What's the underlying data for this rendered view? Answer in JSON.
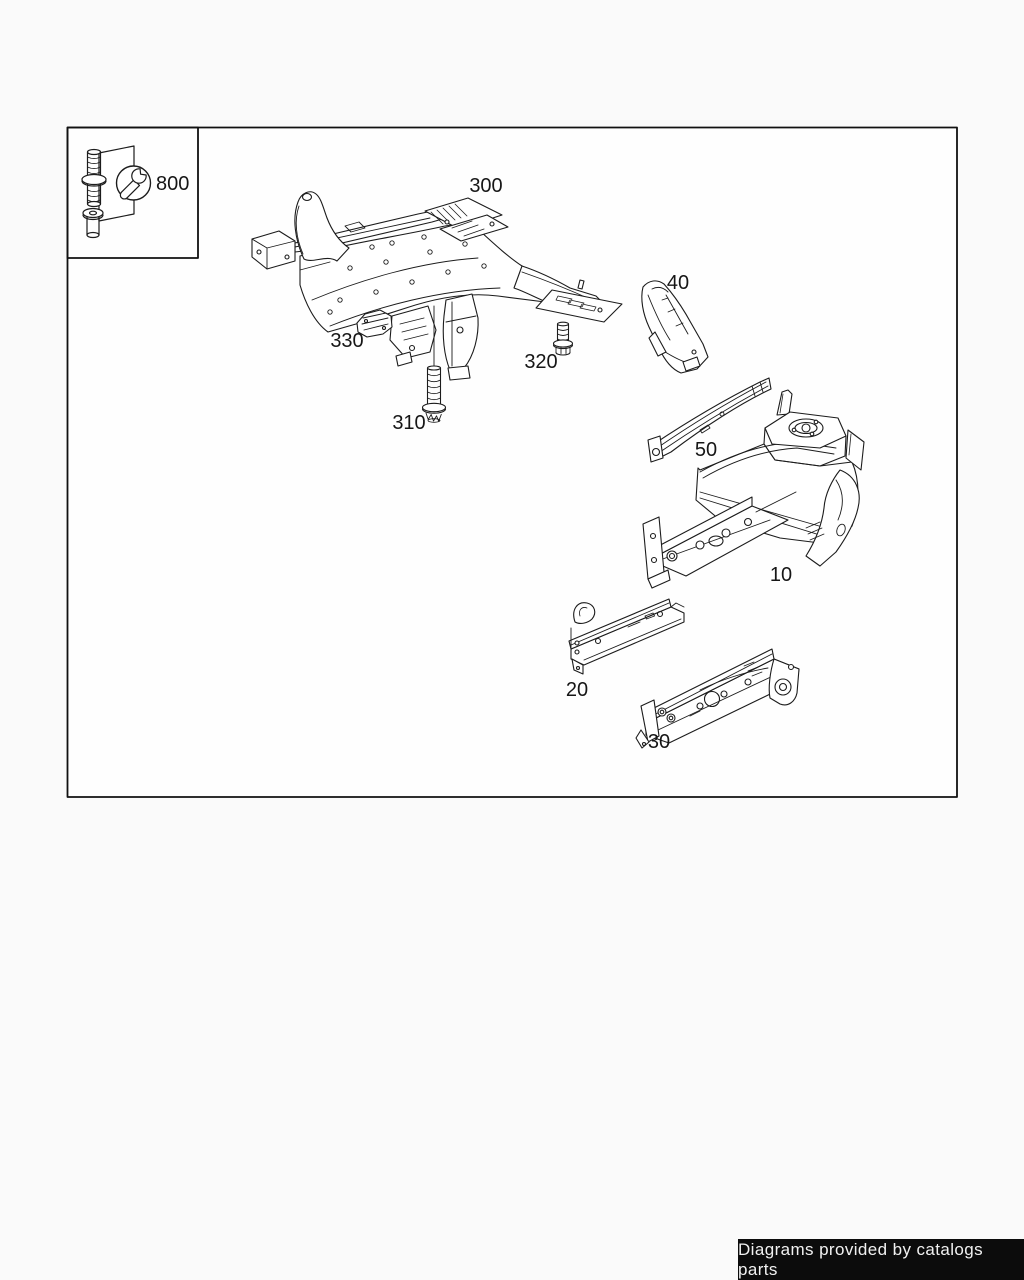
{
  "page": {
    "background_color": "#fafafa"
  },
  "diagram": {
    "frame_color": "#111111",
    "line_color": "#1c1c1c",
    "legend": {
      "part_number_label": "800",
      "icons": [
        "stud-bolt-icon",
        "wrench-badge-icon"
      ]
    },
    "labels": [
      {
        "part": "800",
        "text": "800"
      },
      {
        "part": "300",
        "text": "300"
      },
      {
        "part": "40",
        "text": "40"
      },
      {
        "part": "330",
        "text": "330"
      },
      {
        "part": "320",
        "text": "320"
      },
      {
        "part": "310",
        "text": "310"
      },
      {
        "part": "50",
        "text": "50"
      },
      {
        "part": "10",
        "text": "10"
      },
      {
        "part": "20",
        "text": "20"
      },
      {
        "part": "30",
        "text": "30"
      }
    ]
  },
  "footer": {
    "text": "Diagrams provided by catalogs parts",
    "background_color": "#0c0c0c",
    "text_color": "#f1f1f1"
  }
}
